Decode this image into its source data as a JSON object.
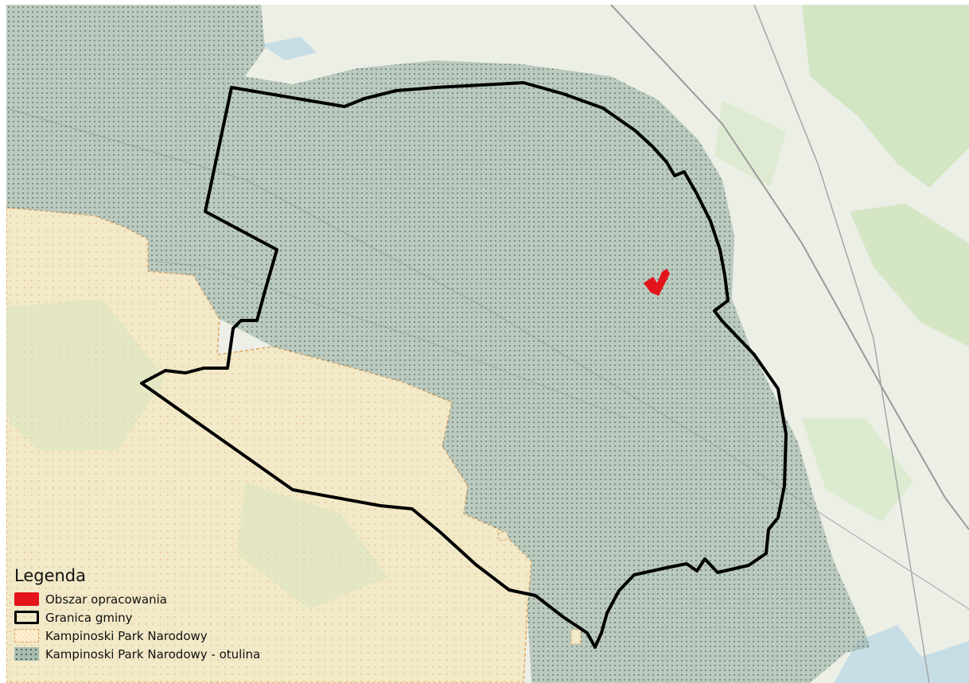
{
  "legend": {
    "title": "Legenda",
    "items": [
      {
        "label": "Obszar opracowania",
        "color": "#e3141c",
        "icon": "red-fill-square"
      },
      {
        "label": "Granica gminy",
        "color": "#000000",
        "icon": "black-outline-square"
      },
      {
        "label": "Kampinoski Park Narodowy",
        "color": "#e0a35e",
        "icon": "dashed-orange-square"
      },
      {
        "label": "Kampinoski Park Narodowy - otulina",
        "color": "#a7bdb0",
        "icon": "dotted-green-square"
      }
    ]
  },
  "colors": {
    "base_map": "#ecefe6",
    "forest": "#cfe4bd",
    "park": "#f1e9c8",
    "buffer": "#93ab9d",
    "river": "#c7dde6",
    "roads": "#8c8c8c"
  }
}
